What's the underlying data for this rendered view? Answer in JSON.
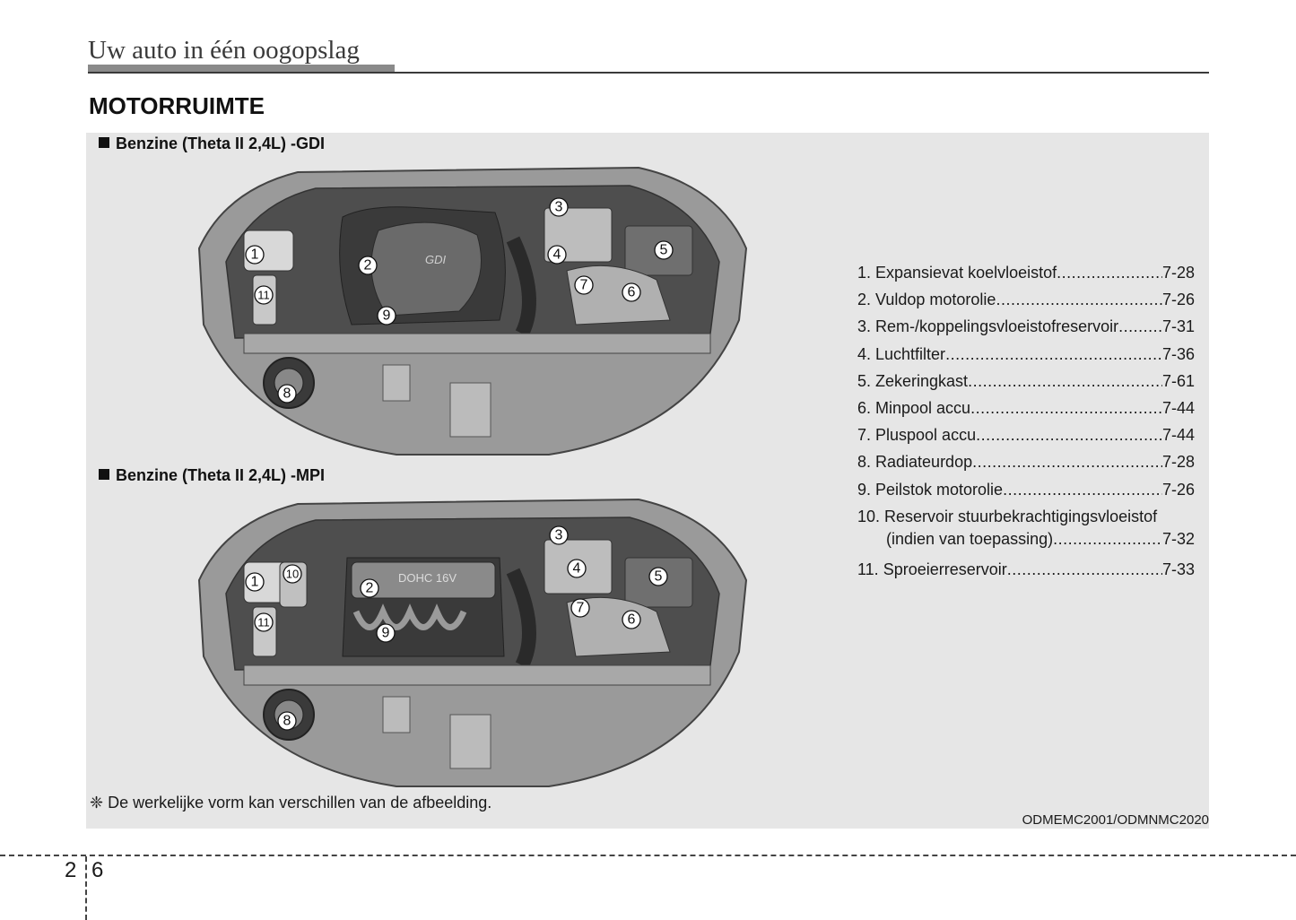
{
  "header": {
    "title": "Uw auto in één oogopslag"
  },
  "section": {
    "title": "MOTORRUIMTE"
  },
  "diagrams": [
    {
      "subtitle": "Benzine (Theta II 2,4L) -GDI",
      "cover_text": "GDI",
      "callouts": [
        "1",
        "11",
        "2",
        "9",
        "3",
        "4",
        "5",
        "7",
        "6",
        "8"
      ]
    },
    {
      "subtitle": "Benzine (Theta II 2,4L) -MPI",
      "cover_text": "DOHC 16V",
      "callouts": [
        "1",
        "10",
        "11",
        "2",
        "9",
        "3",
        "4",
        "5",
        "7",
        "6",
        "8"
      ]
    }
  ],
  "legend": [
    {
      "label": "1. Expansievat koelvloeistof",
      "page": "7-28"
    },
    {
      "label": "2. Vuldop motorolie ",
      "page": "7-26"
    },
    {
      "label": "3. Rem-/koppelingsvloeistofreservoir",
      "page": "7-31"
    },
    {
      "label": "4. Luchtfilter ",
      "page": "7-36"
    },
    {
      "label": "5. Zekeringkast ",
      "page": "7-61"
    },
    {
      "label": "6. Minpool accu",
      "page": "7-44"
    },
    {
      "label": "7. Pluspool accu ",
      "page": "7-44"
    },
    {
      "label": "8. Radiateurdop ",
      "page": "7-28"
    },
    {
      "label": "9. Peilstok motorolie",
      "page": "7-26"
    },
    {
      "label": "10. Reservoir stuurbekrachtigingsvloeistof",
      "label2": "(indien van toepassing)",
      "page": "7-32"
    },
    {
      "label": "11. Sproeierreservoir ",
      "page": "7-33"
    }
  ],
  "footnote": "❈ De werkelijke vorm kan verschillen van de afbeelding.",
  "image_code": "ODMEMC2001/ODMNMC2020",
  "footer": {
    "chapter": "2",
    "page": "6"
  }
}
